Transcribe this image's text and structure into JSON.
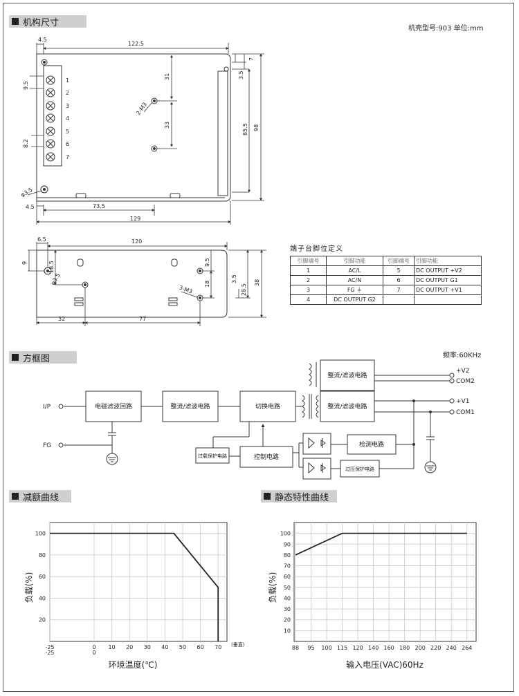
{
  "sections": {
    "dimensions": "机构尺寸",
    "block_diagram": "方框图",
    "derating": "减额曲线",
    "static": "静态特性曲线"
  },
  "case_info": "机壳型号:903 单位:mm",
  "frequency": "频率:60KHz",
  "dims_top": {
    "d4_5a": "4.5",
    "d122_5": "122.5",
    "d7": "7",
    "d3_5a": "3.5",
    "d31": "31",
    "d33": "33",
    "d85_5": "85.5",
    "d98": "98",
    "d9_5a": "9.5",
    "d8_2": "8.2",
    "m3_2": "2-M3",
    "phi3_5a": "φ3.5",
    "d4_5b": "4.5",
    "d73_5": "73.5",
    "d129": "129",
    "terminals": [
      "1",
      "2",
      "3",
      "4",
      "5",
      "6",
      "7"
    ]
  },
  "dims_side": {
    "d6_5": "6.5",
    "d120": "120",
    "d9a": "9",
    "d18_5": "18.5",
    "phi3_5b": "φ3.5",
    "d9_5b": "9.5",
    "d18": "18",
    "m3_3": "3-M3",
    "d3_5b": "3.5",
    "d28_5": "28.5",
    "d38": "38",
    "d32": "32",
    "d77": "77"
  },
  "pin_table": {
    "title": "端子台脚位定义",
    "headers": [
      "引脚编号",
      "引脚功能",
      "引脚编号",
      "引脚功能"
    ],
    "rows": [
      [
        "1",
        "AC/L",
        "5",
        "DC OUTPUT +V2"
      ],
      [
        "2",
        "AC/N",
        "6",
        "DC OUTPUT G1"
      ],
      [
        "3",
        "FG ⏚",
        "7",
        "DC OUTPUT +V1"
      ],
      [
        "4",
        "DC OUTPUT G2",
        "",
        ""
      ]
    ]
  },
  "block": {
    "ip": "I/P",
    "fg": "FG",
    "emi": "电磁滤波回路",
    "rect1": "整流/滤波电路",
    "switch": "切换电路",
    "rect_v2": "整流/滤波电路",
    "rect_v1": "整流/滤波电路",
    "ovl": "过载保护电路",
    "ctrl": "控制电路",
    "detect": "检测电路",
    "ovp": "过压保护电路",
    "v2": "+V2",
    "com2": "COM2",
    "v1": "+V1",
    "com1": "COM1"
  },
  "derating_chart": {
    "ylabel": "负载(%)",
    "xlabel": "环境温度(℃)",
    "x_unit_note": "(垂直)",
    "y_ticks": [
      "20",
      "40",
      "60",
      "80",
      "100"
    ],
    "x_ticks": [
      "-25",
      "0",
      "10",
      "20",
      "30",
      "40",
      "50",
      "60",
      "70"
    ],
    "x_ticks_second_row": [
      "-25",
      "0"
    ]
  },
  "static_chart": {
    "ylabel": "负载(%)",
    "xlabel": "输入电压(VAC)60Hz",
    "y_ticks": [
      "10",
      "20",
      "30",
      "40",
      "50",
      "60",
      "70",
      "80",
      "90",
      "100"
    ],
    "x_ticks": [
      "88",
      "95",
      "100",
      "115",
      "120",
      "140",
      "160",
      "180",
      "200",
      "220",
      "240",
      "264"
    ]
  },
  "chart_data": [
    {
      "type": "line",
      "title": "减额曲线",
      "xlabel": "环境温度(℃)",
      "ylabel": "负载(%)",
      "xlim": [
        -25,
        75
      ],
      "ylim": [
        0,
        110
      ],
      "series": [
        {
          "x": [
            -25,
            45,
            70,
            70
          ],
          "y": [
            100,
            100,
            50,
            0
          ]
        }
      ]
    },
    {
      "type": "line",
      "title": "静态特性曲线",
      "xlabel": "输入电压(VAC)60Hz",
      "ylabel": "负载(%)",
      "x_categories": [
        "88",
        "95",
        "100",
        "115",
        "120",
        "140",
        "160",
        "180",
        "200",
        "220",
        "240",
        "264"
      ],
      "ylim": [
        0,
        110
      ],
      "series": [
        {
          "x": [
            "88",
            "115",
            "264"
          ],
          "y": [
            80,
            100,
            100
          ]
        }
      ]
    }
  ]
}
